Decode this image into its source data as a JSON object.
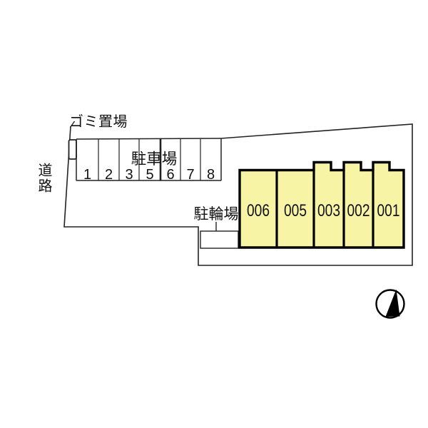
{
  "plan": {
    "road_label": "道路",
    "garbage_label": "ゴミ置場",
    "parking": {
      "label": "駐車場",
      "spaces": [
        "1",
        "2",
        "3",
        "5",
        "6",
        "7",
        "8"
      ]
    },
    "bicycle_label": "駐輪場",
    "building": {
      "units": [
        "006",
        "005",
        "003",
        "002",
        "001"
      ]
    },
    "compass": "north-arrow",
    "colors": {
      "unit_fill": "#F8F4A6",
      "line": "#222222",
      "building_border": "#000000",
      "background": "#FFFFFF"
    }
  }
}
